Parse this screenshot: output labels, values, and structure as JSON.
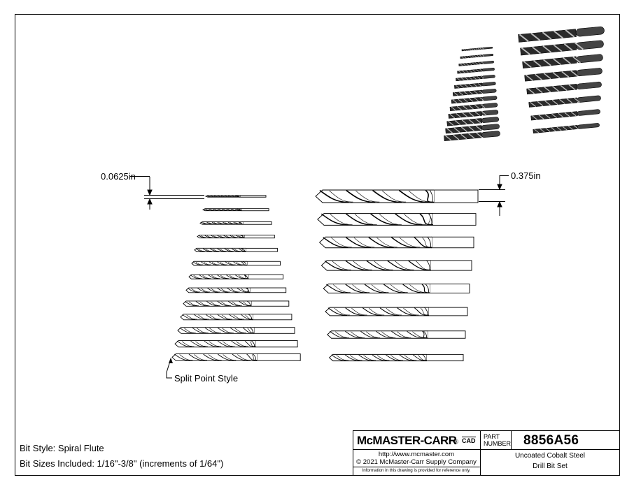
{
  "dimensions": {
    "small_diameter": "0.0625in",
    "large_diameter": "0.375in"
  },
  "callout": "Split Point Style",
  "notes": {
    "bit_style": "Bit Style: Spiral Flute",
    "bit_sizes": "Bit Sizes Included: 1/16\"-3/8\" (increments of 1/64\")"
  },
  "title_block": {
    "logo_text": "McMASTER-CARR",
    "logo_mark": "®",
    "logo_cad": "CAD",
    "part_label_1": "PART",
    "part_label_2": "NUMBER",
    "part_number": "8856A56",
    "url": "http://www.mcmaster.com",
    "copyright": "© 2021 McMaster-Carr Supply Company",
    "disclaimer": "Information in this drawing is provided for reference only.",
    "description_1": "Uncoated Cobalt Steel",
    "description_2": "Drill Bit Set"
  },
  "bit_count_left": 13,
  "bit_count_right": 8
}
